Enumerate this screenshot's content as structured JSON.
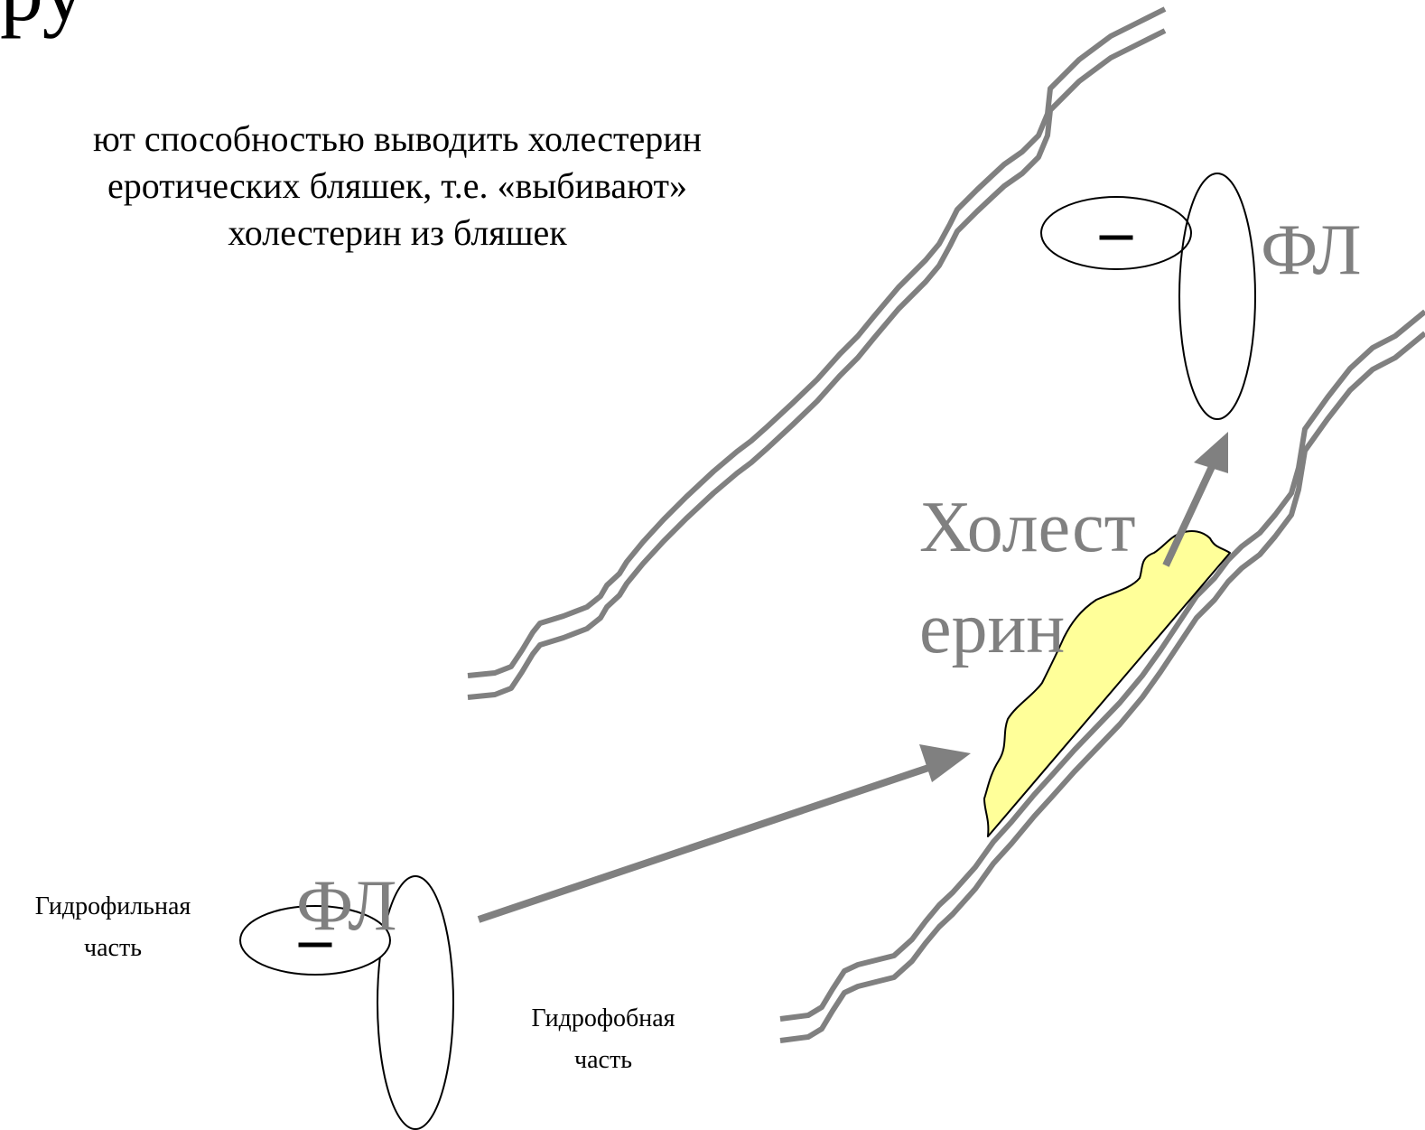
{
  "heading_fragment": "ру",
  "description": {
    "line1": "ют способностью выводить холестерин",
    "line2": "еротических бляшек, т.е. «выбивают»",
    "line3": "холестерин из бляшек"
  },
  "labels": {
    "fl_top": "ФЛ",
    "fl_bottom": "ФЛ",
    "cholesterol_line1": "Холест",
    "cholesterol_line2": "ерин",
    "hydrophilic_line1": "Гидрофильная",
    "hydrophilic_line2": "часть",
    "hydrophobic_line1": "Гидрофобная",
    "hydrophobic_line2": "часть",
    "minus_top": "–",
    "minus_bottom": "–"
  },
  "colors": {
    "vessel": "#808080",
    "plaque": "#ffff99",
    "arrow": "#808080",
    "outline": "#000000"
  }
}
